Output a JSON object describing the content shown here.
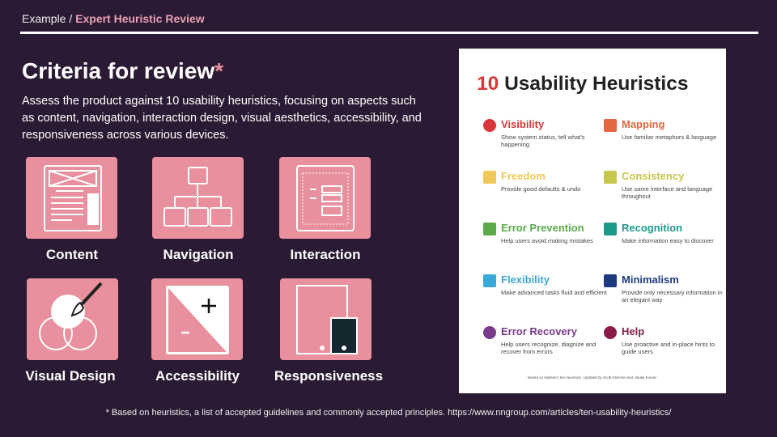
{
  "breadcrumb": {
    "parent": "Example /",
    "current": "Expert Heuristic Review"
  },
  "title": "Criteria for review",
  "title_mark": "*",
  "intro": "Assess the product against 10 usability heuristics, focusing on aspects such as content, navigation, interaction design, visual aesthetics, accessibility, and responsiveness across various devices.",
  "criteria": [
    {
      "label": "Content"
    },
    {
      "label": "Navigation"
    },
    {
      "label": "Interaction"
    },
    {
      "label": "Visual Design"
    },
    {
      "label": "Accessibility"
    },
    {
      "label": "Responsiveness"
    }
  ],
  "poster": {
    "number": "10",
    "title": "Usability Heuristics",
    "heuristics": [
      {
        "title": "Visibility",
        "desc": "Show system status, tell what's happening",
        "color": "#d8373a",
        "icon": "eye-icon"
      },
      {
        "title": "Mapping",
        "desc": "Use familiar metaphors & language",
        "color": "#e0673f",
        "icon": "network-icon"
      },
      {
        "title": "Freedom",
        "desc": "Provide good defaults & undo",
        "color": "#f0c85a",
        "icon": "hand-icon"
      },
      {
        "title": "Consistency",
        "desc": "Use same interface and language throughout",
        "color": "#c5c84a",
        "icon": "bracket-icon"
      },
      {
        "title": "Error Prevention",
        "desc": "Help users avoid making mistakes",
        "color": "#5aaa4a",
        "icon": "warning-icon"
      },
      {
        "title": "Recognition",
        "desc": "Make information easy to discover",
        "color": "#1e9a8a",
        "icon": "book-icon"
      },
      {
        "title": "Flexibility",
        "desc": "Make advanced tasks fluid and efficient",
        "color": "#3aa8d8",
        "icon": "shuffle-icon"
      },
      {
        "title": "Minimalism",
        "desc": "Provide only necessary information in an elegant way",
        "color": "#1d3a80",
        "icon": "rectangle-icon"
      },
      {
        "title": "Error Recovery",
        "desc": "Help users recognize, diagnize and recover from errors",
        "color": "#7a3a8a",
        "icon": "capsule-icon"
      },
      {
        "title": "Help",
        "desc": "Use proactive and in-place hints to guide users",
        "color": "#8a1a4a",
        "icon": "question-icon"
      }
    ],
    "footer": "Based on Nielsen's ten heuristics. Updated by Scott Kliermer and Janaki Kumar."
  },
  "footnote": "* Based on heuristics, a  list of accepted guidelines and commonly accepted principles. https://www.nngroup.com/articles/ten-usability-heuristics/"
}
